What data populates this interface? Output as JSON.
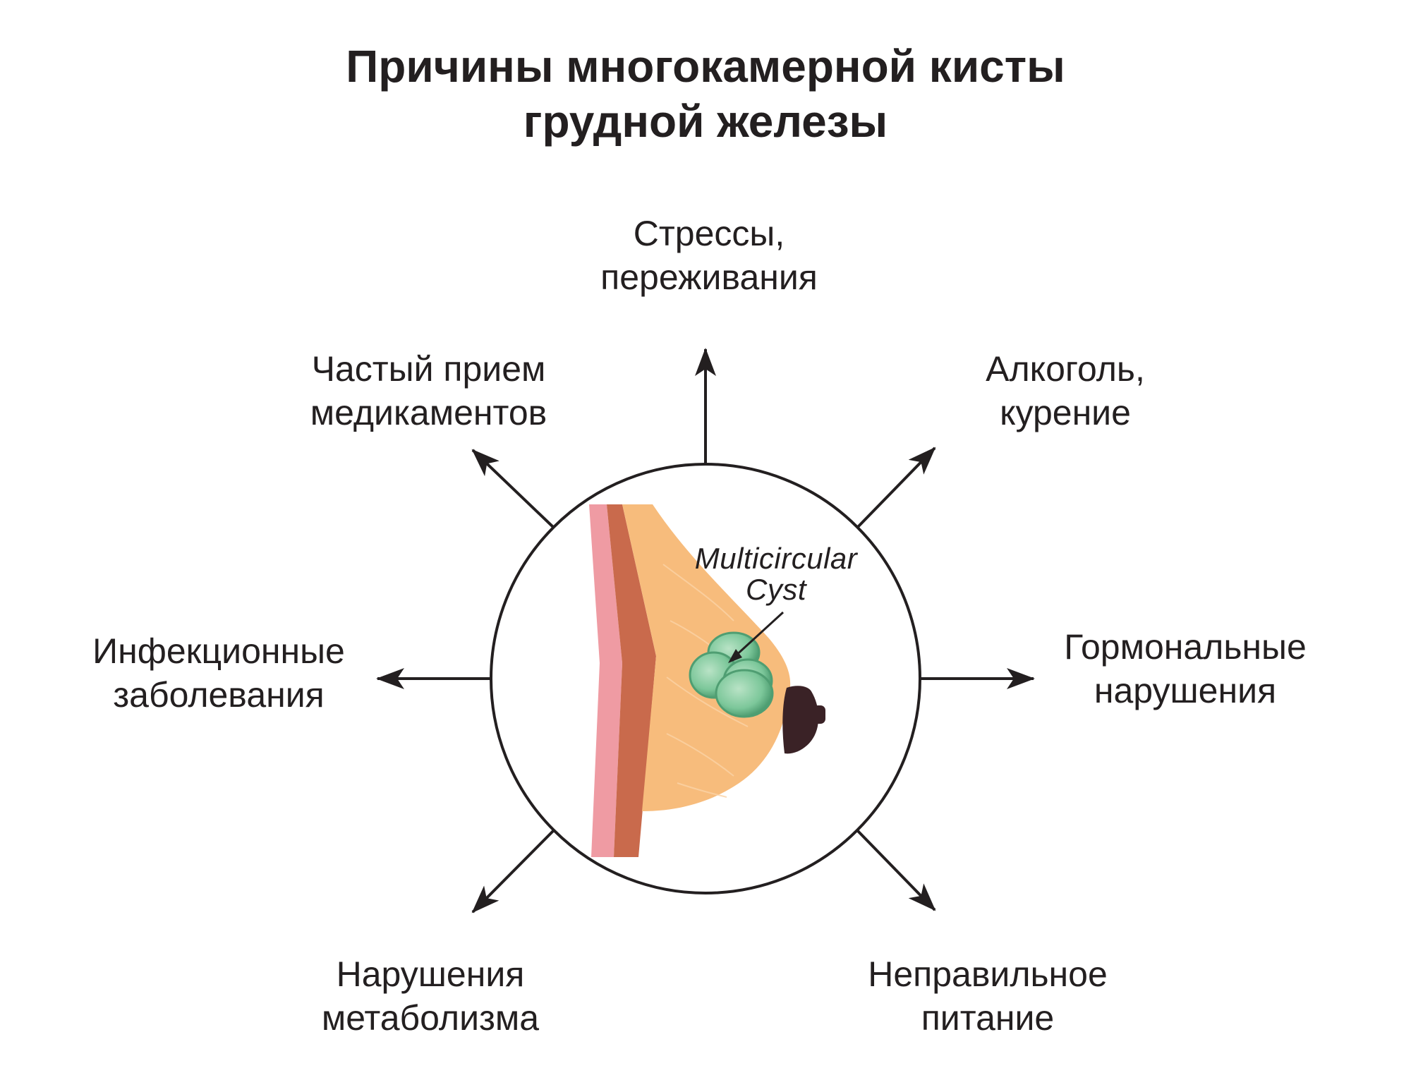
{
  "title": {
    "line1": "Причины многокамерной кисты",
    "line2": "грудной железы"
  },
  "causes": {
    "top": {
      "line1": "Стрессы,",
      "line2": "переживания"
    },
    "top_left": {
      "line1": "Частый прием",
      "line2": "медикаментов"
    },
    "top_right": {
      "line1": "Алкоголь,",
      "line2": "курение"
    },
    "left": {
      "line1": "Инфекционные",
      "line2": "заболевания"
    },
    "right": {
      "line1": "Гормональные",
      "line2": "нарушения"
    },
    "bottom_left": {
      "line1": "Нарушения",
      "line2": "метаболизма"
    },
    "bottom_right": {
      "line1": "Неправильное",
      "line2": "питание"
    }
  },
  "illustration": {
    "cyst_label": {
      "line1": "Multicircular",
      "line2": "Cyst"
    }
  },
  "colors": {
    "text": "#231f20",
    "skin_light": "#f7bc7c",
    "skin_pink": "#ef9ba3",
    "muscle": "#c96a4c",
    "cyst": "#7cc79a",
    "nipple": "#3a2226"
  }
}
